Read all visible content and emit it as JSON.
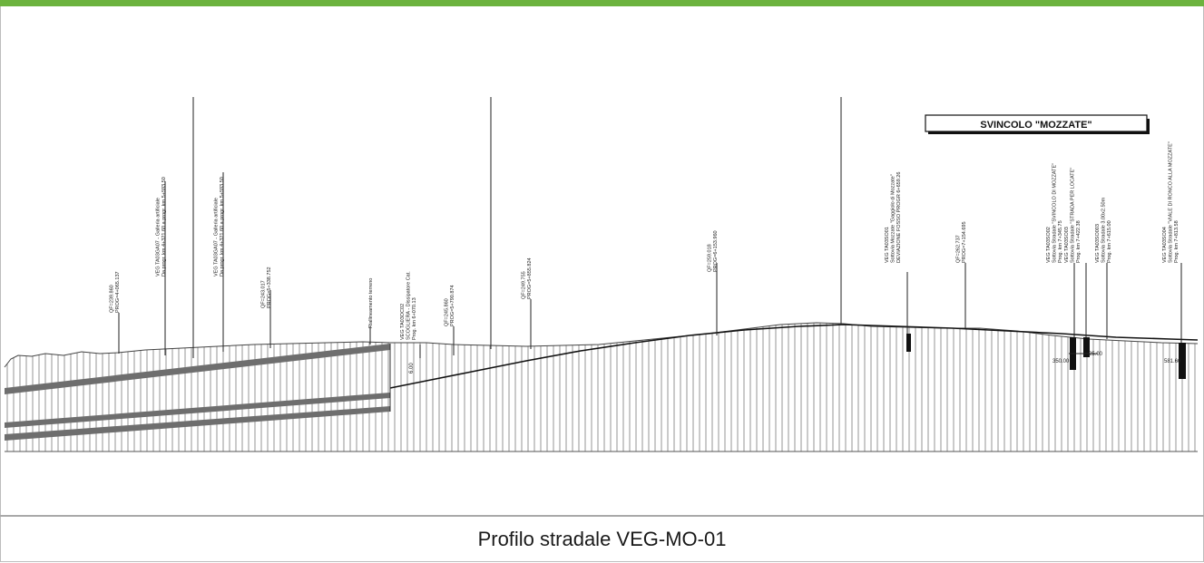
{
  "caption": "Profilo stradale VEG-MO-01",
  "title_box": "SVINCOLO \"MOZZATE\"",
  "annotations": [
    {
      "id": "a1",
      "lines": [
        "QF=239.860",
        "PROG=4+065.137"
      ]
    },
    {
      "id": "a2",
      "lines": [
        "VEG TA03GA07 - Galleria artificiale",
        "Da progr. km 4+321.60 a progr. km 5+593.50"
      ]
    },
    {
      "id": "a3",
      "lines": [
        "VEG TA03GA07 - Galleria artificiale",
        "Da progr. km 4+321.60 a progr. km 5+593.50"
      ]
    },
    {
      "id": "a4",
      "lines": [
        "QF=243.017",
        "PROG=5+338.752"
      ]
    },
    {
      "id": "a5",
      "lines": [
        "Riallineamento terreno"
      ]
    },
    {
      "id": "a6",
      "lines": [
        "VEG TA03OC02",
        "SCOGLIERA - Dissipatore Cat.",
        "Prog. km 6+070.13"
      ]
    },
    {
      "id": "a7",
      "lines": [
        "QF=245.860",
        "PROG=5+790.874"
      ]
    },
    {
      "id": "a8",
      "lines": [
        "QF=249.755",
        "PROG=5+855.824"
      ]
    },
    {
      "id": "a9",
      "lines": [
        "QF=259.018",
        "PROG=6+153.960"
      ]
    },
    {
      "id": "a10",
      "lines": [
        "VEG TA03SO01",
        "Sottovia Mozzate \"Gaggiolo di Mozzate\"",
        "DEVIAZIONE FOSSO PROGR 6+659.26"
      ]
    },
    {
      "id": "a11",
      "lines": [
        "QF=262.737",
        "PROG=7+154.695"
      ]
    },
    {
      "id": "a12",
      "lines": [
        "VEG TA03SO02",
        "Sottovia Stradale \"SVINCOLO DI MOZZATE\"",
        "Prog. km 7+345.75"
      ]
    },
    {
      "id": "a13",
      "lines": [
        "VEG TA03SO03",
        "Sottovia Stradale \"STRADA PER LOCATE\"",
        "Prog. km 7+422.38"
      ]
    },
    {
      "id": "a14",
      "lines": [
        "VEG TA03SO003",
        "Sottovia Stradale 3.00x2.50m",
        "Prog. km 7+615.00"
      ]
    },
    {
      "id": "a15",
      "lines": [
        "VEG TA03SO04",
        "Sottovia Stradale \"VIALE DI RONCO ALLA MOZZATE\"",
        "Prog. km 7+813.58"
      ]
    }
  ],
  "small_labels": {
    "dim_left": "6.00",
    "struct_1": "350.00",
    "struct_2": "25.00",
    "struct_3": "581.60"
  }
}
